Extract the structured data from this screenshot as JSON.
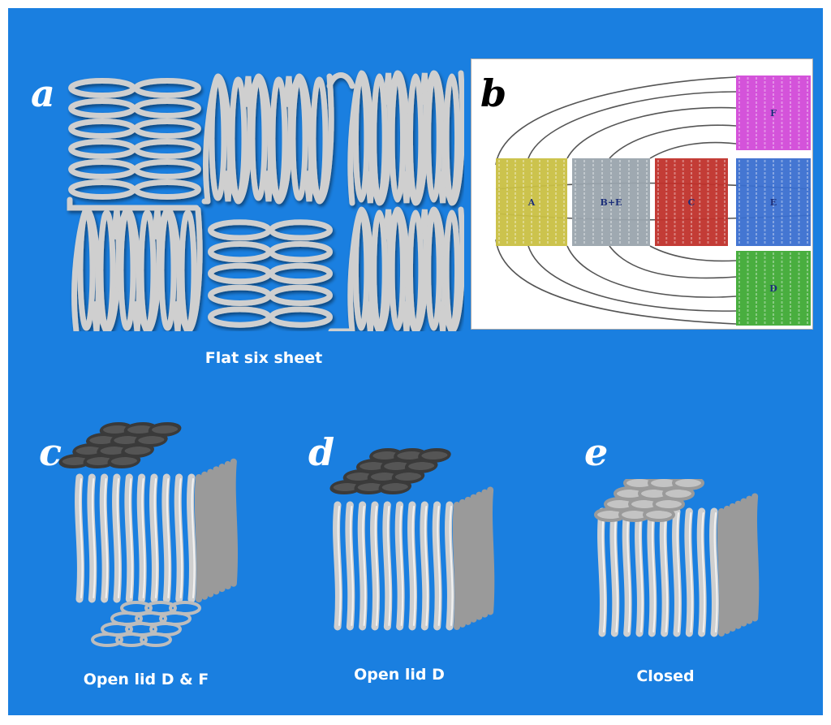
{
  "panels": {
    "a": {
      "letter": "a",
      "caption": "Flat six sheet"
    },
    "b": {
      "letter": "b",
      "blocks": [
        {
          "label": "A",
          "color": "#c9c043"
        },
        {
          "label": "B+E",
          "color": "#9aa4ad"
        },
        {
          "label": "C",
          "color": "#c0322b"
        },
        {
          "label": "E",
          "color": "#3a6fd0"
        },
        {
          "label": "F",
          "color": "#d24ad8"
        },
        {
          "label": "D",
          "color": "#3faa35"
        }
      ]
    },
    "c": {
      "letter": "c",
      "caption": "Open lid D & F"
    },
    "d": {
      "letter": "d",
      "caption": "Open lid D"
    },
    "e": {
      "letter": "e",
      "caption": "Closed"
    }
  },
  "colors": {
    "background": "#1a7fe0",
    "strand": "#d2d2d2",
    "strand_dark": "#7a7a7a"
  }
}
